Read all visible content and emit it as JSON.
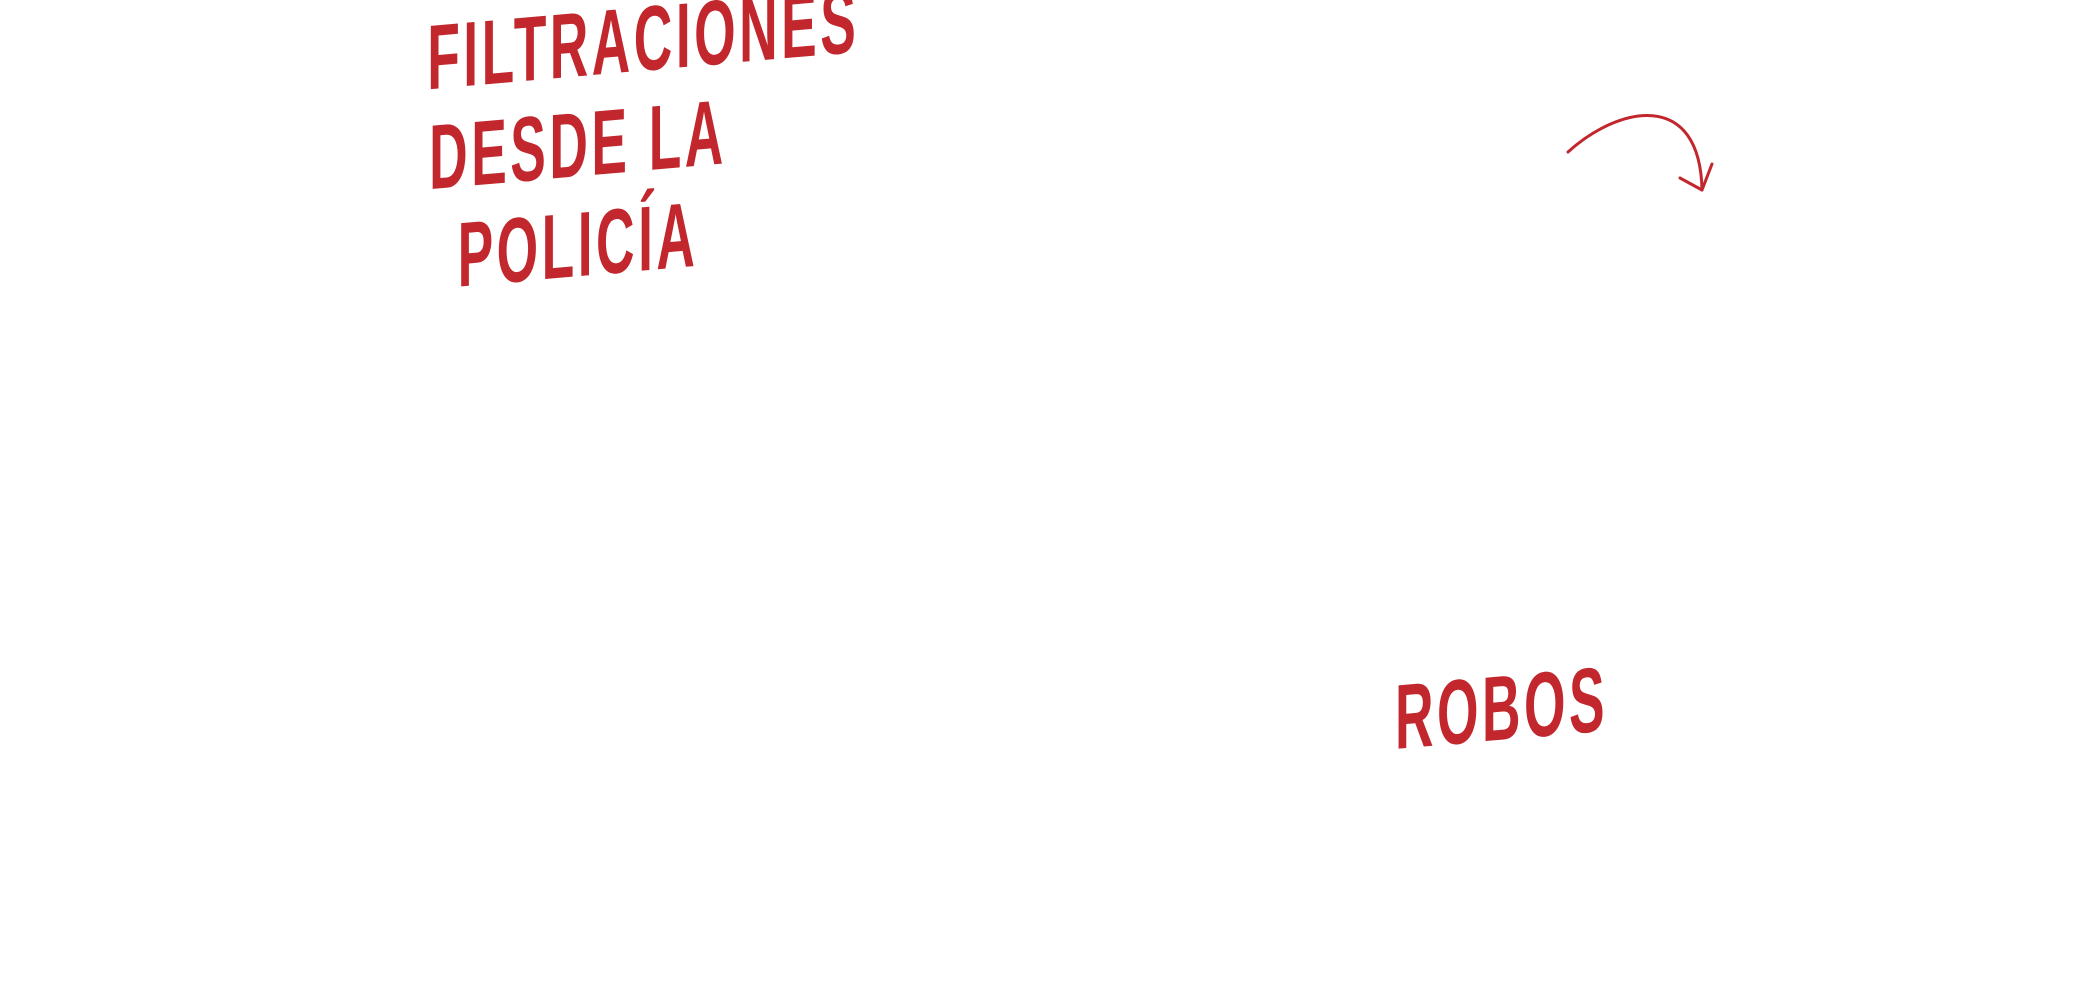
{
  "headline": {
    "lines": [
      "FILTRACIONES",
      "DESDE LA",
      "POLICÍA"
    ]
  },
  "tag": {
    "label": "ROBOS"
  },
  "icons": {
    "arrow": "curved-arrow-icon"
  },
  "colors": {
    "accent": "#c1272d",
    "background": "#ffffff"
  }
}
